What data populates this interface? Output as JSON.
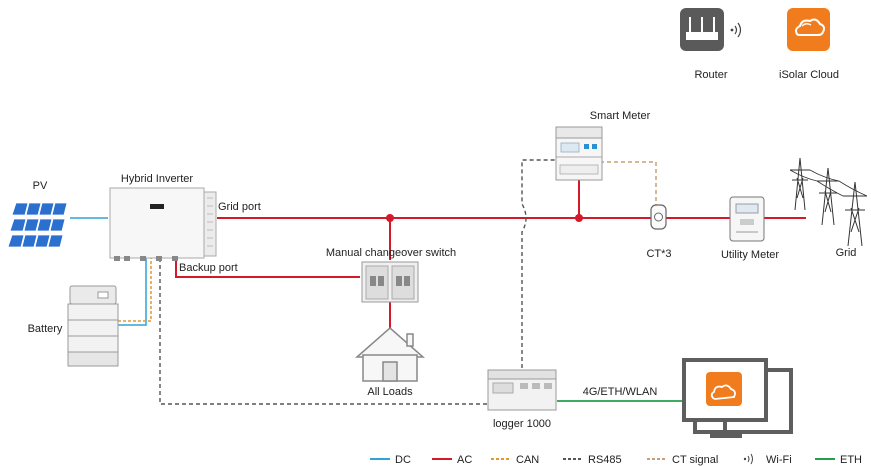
{
  "labels": {
    "router": "Router",
    "cloud": "iSolar Cloud",
    "smart_meter": "Smart Meter",
    "pv": "PV",
    "hybrid_inverter": "Hybrid Inverter",
    "grid_port": "Grid port",
    "backup_port": "Backup port",
    "manual_switch": "Manual changeover switch",
    "battery": "Battery",
    "all_loads": "All Loads",
    "logger": "logger 1000",
    "link": "4G/ETH/WLAN",
    "ct": "CT*3",
    "utility_meter": "Utility Meter",
    "grid": "Grid"
  },
  "legend": [
    {
      "label": "DC",
      "color": "#2ea3d8",
      "style": "solid"
    },
    {
      "label": "AC",
      "color": "#d41a2a",
      "style": "solid"
    },
    {
      "label": "CAN",
      "color": "#e8962c",
      "style": "dashed"
    },
    {
      "label": "RS485",
      "color": "#555555",
      "style": "dashed"
    },
    {
      "label": "CT signal",
      "color": "#c9a074",
      "style": "dashed"
    },
    {
      "label": "Wi-Fi",
      "color": "#555555",
      "style": "wifi"
    },
    {
      "label": "ETH",
      "color": "#22a04a",
      "style": "solid"
    }
  ],
  "colors": {
    "dc": "#2ea3d8",
    "ac": "#d41a2a",
    "can": "#e8962c",
    "rs485": "#555555",
    "ct_signal": "#c9a074",
    "eth": "#22a04a",
    "cloud_orange": "#f07c1e",
    "router_gray": "#5a5a5a"
  },
  "icons": {
    "router": "router-icon",
    "cloud": "cloud-app-icon",
    "wifi": "wifi-icon",
    "pv": "solar-panel-icon",
    "inverter": "inverter-icon",
    "battery": "battery-stack-icon",
    "switch": "changeover-switch-icon",
    "house": "house-icon",
    "logger": "logger-device-icon",
    "monitor": "monitor-icon",
    "meter": "smart-meter-icon",
    "ct": "ct-clamp-icon",
    "utility": "utility-meter-icon",
    "tower": "transmission-tower-icon"
  }
}
